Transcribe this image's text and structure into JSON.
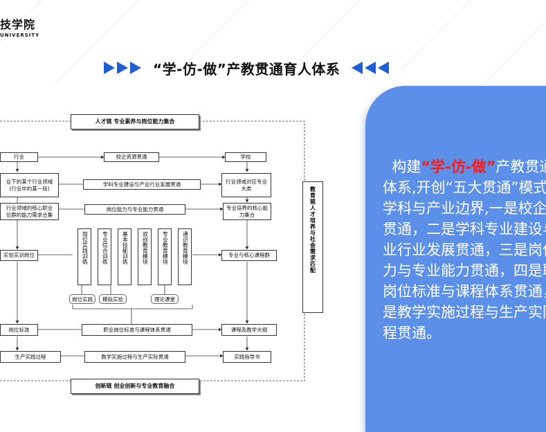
{
  "logo": {
    "line1": "技学院",
    "line2": "UNIVERSITY"
  },
  "slide": {
    "title": "“学-仿-做”产教贯通育人体系"
  },
  "diagram": {
    "top_chain": "人才链   专业素养与岗位能力集合",
    "bottom_chain": "创新链    创业创新与专业教育融合",
    "left": {
      "industry": "行业",
      "field": "业下的某个行业领域\n(行业中的某一段)",
      "core": "行业领域的核心职业\n位群的能力需求合集",
      "training": "实验实训岗位",
      "standard": "岗位标准",
      "process": "生产实践过程"
    },
    "right": {
      "school": "学校",
      "category": "行业领域对应专业\n大类",
      "core": "专业培养的核心能\n力集合",
      "courses": "专业与核心课程群",
      "syllabus": "课程及教学大纲",
      "guide": "实践指导书"
    },
    "middle": {
      "cooperation": "校企资源贯通",
      "discipline": "学科专业建设与产业行业发展贯通",
      "ability": "岗位能力与专业能力贯通",
      "standard_system": "职业岗位标准与课程体系贯通",
      "teaching_process": "教学实施过程与生产实际贯通"
    },
    "modules": [
      "岗位实践训练",
      "专业综合训练",
      "基本技能训练",
      "双创教育模块",
      "专业教育模块",
      "通识教育模块"
    ],
    "tags": [
      "岗位实践",
      "模拟实验",
      "理论课堂"
    ],
    "side": "教育链人才培养与社会需求匹配"
  },
  "panel": {
    "pre": "  构建",
    "highlight": "“学-仿-做”",
    "post": "产教贯通育人\n体系,开创“五大贯通”模式,\n学科与产业边界,一是校企资源\n贯通，二是学科专业建设与产\n业行业发展贯通，三是岗位能\n力与专业能力贯通，四是职业\n岗位标准与课程体系贯通，五\n是教学实施过程与生产实际贯\n程贯通。"
  },
  "colors": {
    "accent": "#1f5fd6",
    "panel": "#5b8fe8",
    "highlight": "#ff1a1a"
  }
}
